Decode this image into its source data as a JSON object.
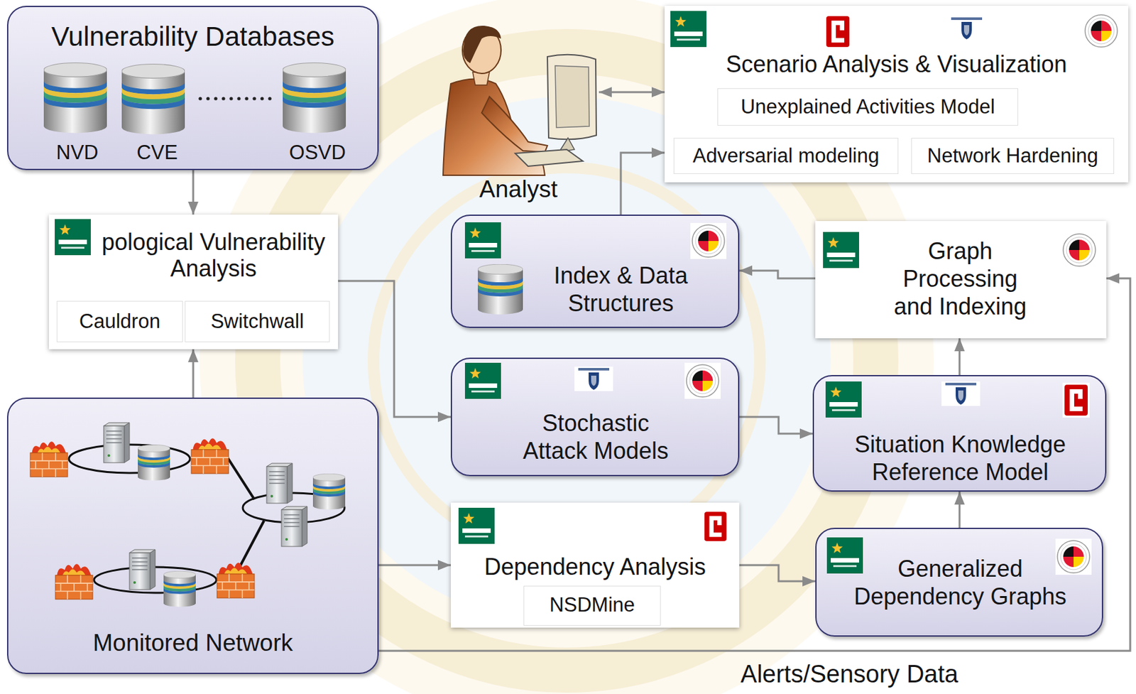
{
  "diagram": {
    "nodes": [
      {
        "text": [
          "Vulnerability Databases"
        ]
      },
      {
        "text": [
          "Analyst"
        ]
      },
      {
        "text": [
          "Scenario Analysis & Visualization"
        ]
      },
      {
        "text": [
          "Unexplained Activities Model"
        ],
        "in": 2
      },
      {
        "text": [
          "Adversarial modeling"
        ],
        "in": 2
      },
      {
        "text": [
          "Network Hardening"
        ],
        "in": 2
      },
      {
        "text": [
          "pological Vulnerability Analysis"
        ]
      },
      {
        "text": [
          "Cauldron"
        ],
        "in": 6
      },
      {
        "text": [
          "Switchwall"
        ],
        "in": 6
      },
      {
        "text": [
          "Index & Data Structures"
        ]
      },
      {
        "text": [
          "Graph Processing and Indexing"
        ]
      },
      {
        "text": [
          "Stochastic Attack Models"
        ]
      },
      {
        "text": [
          "Situation Knowledge Reference Model"
        ]
      },
      {
        "text": [
          "Monitored Network"
        ]
      },
      {
        "text": [
          "Dependency Analysis"
        ]
      },
      {
        "text": [
          "NSDMine"
        ],
        "in": 14
      },
      {
        "text": [
          "Generalized Dependency Graphs"
        ]
      }
    ],
    "edges": [
      {
        "from": 0,
        "to": 6,
        "arrow": "to"
      },
      {
        "from": 13,
        "to": 6,
        "arrow": "to"
      },
      {
        "from": 6,
        "to": 11,
        "arrow": "to"
      },
      {
        "from": 13,
        "to": 14,
        "arrow": "to"
      },
      {
        "from": 13,
        "to": 10,
        "arrow": "to",
        "label": "Alerts/Sensory Data"
      },
      {
        "from": 11,
        "to": 12,
        "arrow": "to"
      },
      {
        "from": 14,
        "to": 16,
        "arrow": "to"
      },
      {
        "from": 16,
        "to": 12,
        "arrow": "to"
      },
      {
        "from": 12,
        "to": 10,
        "arrow": "to"
      },
      {
        "from": 10,
        "to": 9,
        "arrow": "to"
      },
      {
        "from": 9,
        "to": 2,
        "arrow": "to"
      },
      {
        "from": 1,
        "to": 2,
        "arrow": "both"
      }
    ],
    "labels": [
      "NVD",
      "CVE",
      "OSVD"
    ]
  }
}
